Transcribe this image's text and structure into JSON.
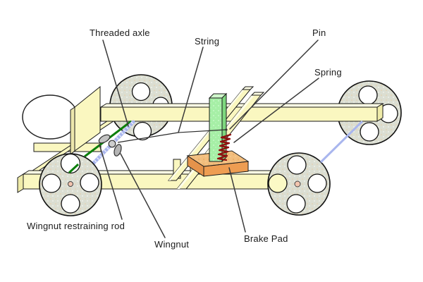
{
  "figure": {
    "type": "technical-diagram",
    "background": "#FFFFFF",
    "labels": {
      "threaded_axle": "Threaded axle",
      "string": "String",
      "pin": "Pin",
      "spring": "Spring",
      "wingnut_restraining_rod": "Wingnut restraining rod",
      "wingnut": "Wingnut",
      "brake_pad": "Brake Pad"
    },
    "colors": {
      "chassis_front": "#FAF7C0",
      "chassis_top": "#FFFFE6",
      "chassis_shade": "#EFEBA8",
      "wheel": "#DBDED2",
      "wheel_speckle": "#E9CBA4",
      "hub": "#F2C4AE",
      "green_block": "#A6EFA6",
      "green_block_side": "#7ED87E",
      "green_block_top": "#CFF7CB",
      "pad_top": "#F2BE7E",
      "pad_front": "#EE9D52",
      "pad_side": "#E5934B",
      "spring": "#8F0F0F",
      "threaded_axle": "#A9B6EE",
      "restraining_rod": "#0B7F0B",
      "string": "#2B2B2B",
      "leader_line": "#3A3A3A",
      "outline": "#1A1A1A"
    }
  }
}
